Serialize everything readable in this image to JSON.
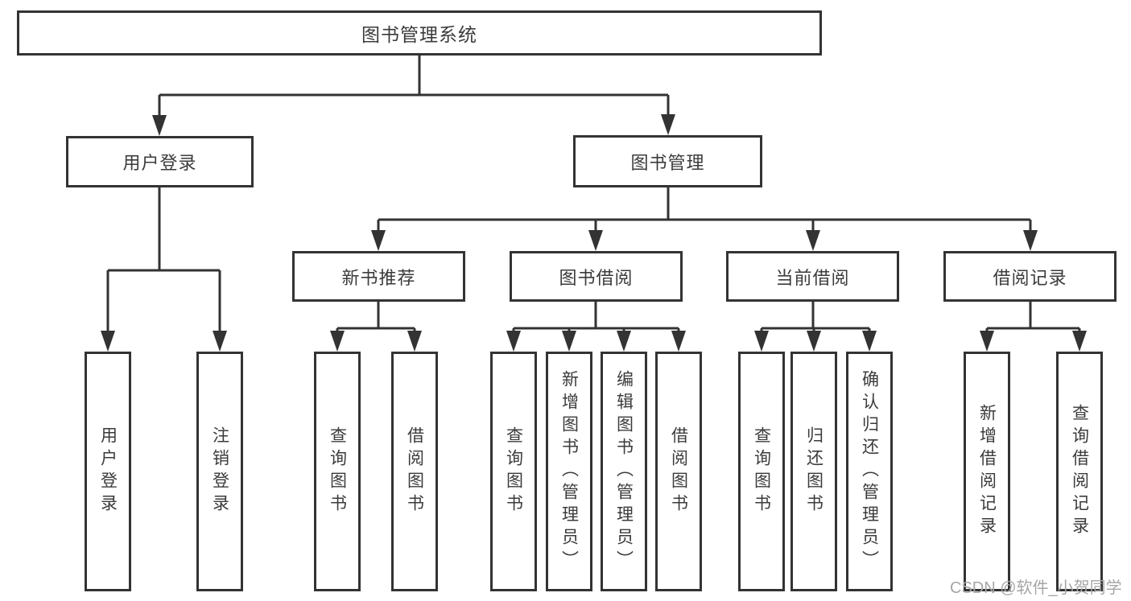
{
  "tree": {
    "label": "图书管理系统",
    "children": [
      {
        "label": "用户登录",
        "children": [
          {
            "label": "用户登录"
          },
          {
            "label": "注销登录"
          }
        ]
      },
      {
        "label": "图书管理",
        "children": [
          {
            "label": "新书推荐",
            "children": [
              {
                "label": "查询图书"
              },
              {
                "label": "借阅图书"
              }
            ]
          },
          {
            "label": "图书借阅",
            "children": [
              {
                "label": "查询图书"
              },
              {
                "label": "新增图书（管理员）"
              },
              {
                "label": "编辑图书（管理员）"
              },
              {
                "label": "借阅图书"
              }
            ]
          },
          {
            "label": "当前借阅",
            "children": [
              {
                "label": "查询图书"
              },
              {
                "label": "归还图书"
              },
              {
                "label": "确认归还（管理员）"
              }
            ]
          },
          {
            "label": "借阅记录",
            "children": [
              {
                "label": "新增借阅记录"
              },
              {
                "label": "查询借阅记录"
              }
            ]
          }
        ]
      }
    ]
  },
  "watermark": {
    "text": "CSDN @软件_小贺同学"
  },
  "colors": {
    "line": "#333333",
    "text": "#3b3b3b",
    "background": "#ffffff",
    "watermark": "#a6a6a6"
  }
}
